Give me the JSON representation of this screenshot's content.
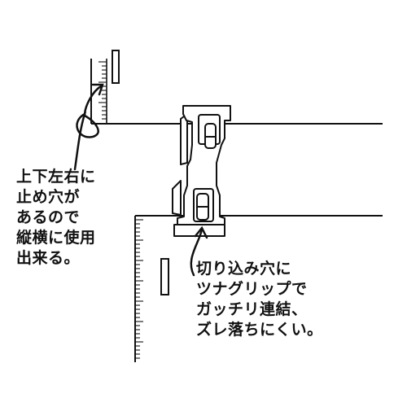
{
  "annotations": {
    "left": {
      "lines": [
        "上下左右に",
        "止め穴が",
        "あるので",
        "縦横に使用",
        "出来る。"
      ]
    },
    "right": {
      "lines": [
        "切り込み穴に",
        "ツナグリップで",
        "ガッチリ連結、",
        "ズレ落ちにくい。"
      ]
    }
  }
}
